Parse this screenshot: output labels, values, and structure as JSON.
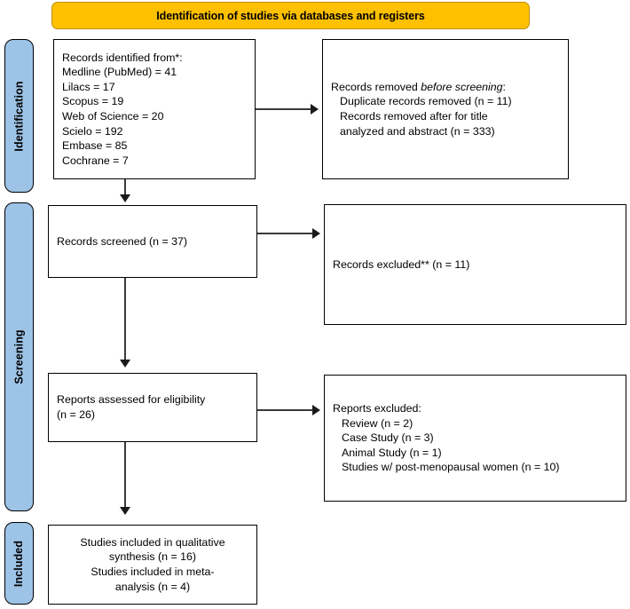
{
  "banner": {
    "title": "Identification of studies via databases and registers",
    "background_color": "#FFC000"
  },
  "stages": {
    "identification": "Identification",
    "screening": "Screening",
    "included": "Included",
    "background_color": "#9DC3E6"
  },
  "boxes": {
    "identified": {
      "heading": "Records identified from*:",
      "sources": [
        "Medline (PubMed) = 41",
        "Lilacs = 17",
        "Scopus = 19",
        "Web of Science = 20",
        "Scielo = 192",
        "Embase = 85",
        "Cochrane = 7"
      ],
      "full_text": "Records identified from*:\nMedline (PubMed) = 41\nLilacs = 17\nScopus = 19\nWeb of Science = 20\nScielo = 192\nEmbase = 85\nCochrane = 7"
    },
    "removed_before_screening": {
      "lead_prefix": "Records removed ",
      "lead_italic": "before screening",
      "lead_suffix": ":",
      "items": [
        "Duplicate records removed (n = 11)",
        "Records removed after for title",
        "analyzed and abstract (n = 333)"
      ],
      "items_text": "Duplicate records removed (n = 11)\nRecords removed after for title\nanalyzed and abstract (n = 333)"
    },
    "screened": {
      "text": "Records screened (n = 37)"
    },
    "records_excluded": {
      "text": "Records excluded** (n = 11)"
    },
    "assessed": {
      "text": "Reports assessed for eligibility\n(n = 26)"
    },
    "reports_excluded": {
      "heading": "Reports excluded:",
      "items": [
        "Review (n = 2)",
        "Case Study (n = 3)",
        "Animal Study (n = 1)",
        "Studies w/ post-menopausal women (n = 10)"
      ],
      "items_text": "Review (n = 2)\nCase Study (n = 3)\nAnimal Study (n = 1)\nStudies w/ post-menopausal women (n = 10)"
    },
    "included": {
      "text": "Studies included in qualitative\nsynthesis (n = 16)\nStudies included in meta-\nanalysis (n = 4)"
    }
  }
}
